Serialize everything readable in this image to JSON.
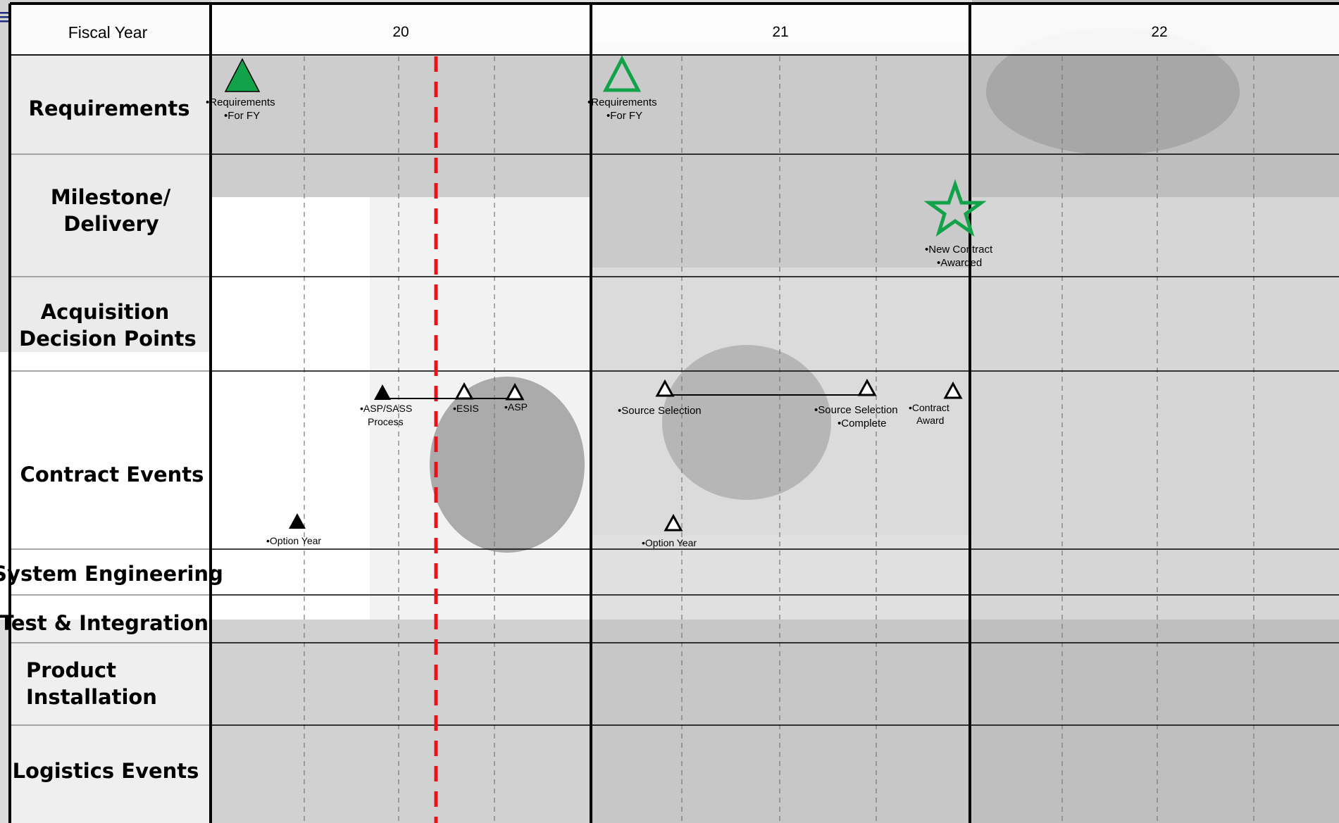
{
  "header": {
    "fiscal_year_label": "Fiscal Year",
    "years": [
      "20",
      "21",
      "22"
    ]
  },
  "rows": [
    {
      "label": "Requirements",
      "color": "#1aa3e8"
    },
    {
      "label": "Milestone/",
      "label2": "Delivery",
      "color": "#d2691e"
    },
    {
      "label": "Acquisition",
      "label2": "Decision Points",
      "color": "#000000"
    },
    {
      "label": "Contract Events",
      "color": "#1f2a7a"
    },
    {
      "label": "System Engineering",
      "color": "#e8121c"
    },
    {
      "label": "Test & Integration",
      "color": "#6a1fc9"
    },
    {
      "label": "Product",
      "label2": "Installation",
      "color": "#12a24a"
    },
    {
      "label": "Logistics Events",
      "color": "#e8b514"
    }
  ],
  "events": {
    "req_fy20_line1": "•Requirements",
    "req_fy20_line2": "•For FY",
    "req_fy21_line1": "•Requirements",
    "req_fy21_line2": "•For FY",
    "new_contract_line1": "•New Contract",
    "new_contract_line2": "•Awarded",
    "asp_sass_line1": "•ASP/SASS",
    "asp_sass_line2": "Process",
    "esis": "•ESIS",
    "asp": "•ASP",
    "source_selection": "•Source Selection",
    "source_selection_complete_line1": "•Source Selection",
    "source_selection_complete_line2": "•Complete",
    "contract_award_line1": "•Contract",
    "contract_award_line2": "Award",
    "option_year_fy20": "•Option Year",
    "option_year_fy21": "•Option Year"
  },
  "colors": {
    "filled_green": "#12a24a",
    "today_line": "#e8121c",
    "grid": "#000000"
  }
}
